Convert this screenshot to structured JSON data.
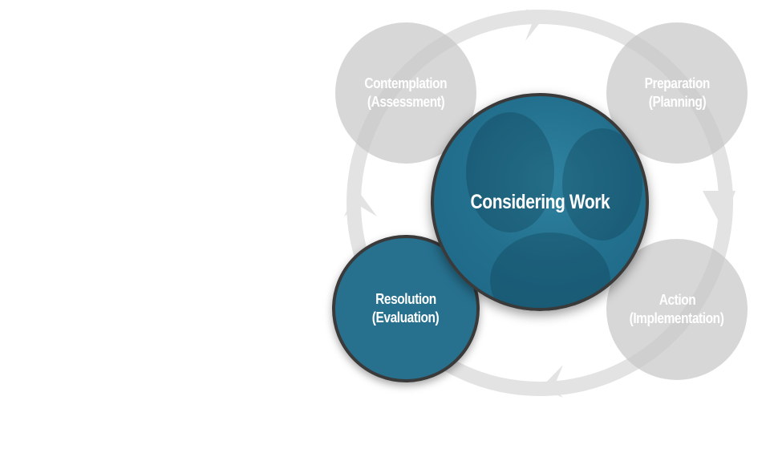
{
  "diagram": {
    "center_label": "Considering Work",
    "stages": [
      {
        "id": "contemplation",
        "line1": "Contemplation",
        "line2": "(Assessment)"
      },
      {
        "id": "preparation",
        "line1": "Preparation",
        "line2": "(Planning)"
      },
      {
        "id": "action",
        "line1": "Action",
        "line2": "(Implementation)"
      },
      {
        "id": "resolution",
        "line1": "Resolution",
        "line2": "(Evaluation)"
      }
    ]
  },
  "colors": {
    "stage_grey": "#c8c8c8",
    "cycle_ring": "#e3e3e3",
    "active_teal": "#27718f",
    "border_dark": "#3a3a3a",
    "text_white": "#ffffff"
  }
}
